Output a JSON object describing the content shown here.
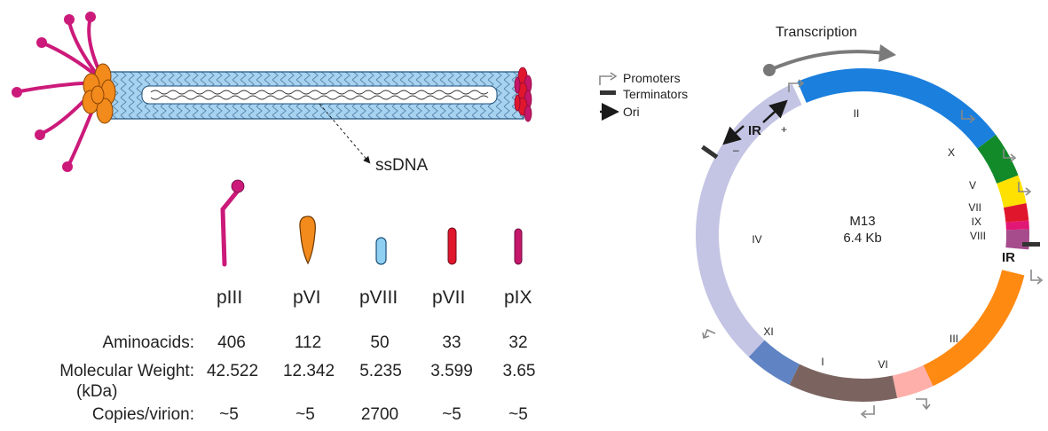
{
  "virion": {
    "ssdna_label": "ssDNA"
  },
  "proteins": [
    {
      "id": "pIII",
      "color": "#cc1a7a"
    },
    {
      "id": "pVI",
      "color": "#f28a1c"
    },
    {
      "id": "pVIII",
      "color": "#8fd0f2"
    },
    {
      "id": "pVII",
      "color": "#e0162c"
    },
    {
      "id": "pIX",
      "color": "#c4166a"
    }
  ],
  "table": {
    "row_labels": {
      "aminoacids": "Aminoacids:",
      "mw": "Molecular Weight:",
      "mw_unit": "(kDa)",
      "copies": "Copies/virion:"
    },
    "aminoacids": [
      "406",
      "112",
      "50",
      "33",
      "32"
    ],
    "mw": [
      "42.522",
      "12.342",
      "5.235",
      "3.599",
      "3.65"
    ],
    "copies": [
      "~5",
      "~5",
      "2700",
      "~5",
      "~5"
    ]
  },
  "genome": {
    "name": "M13",
    "size": "6.4 Kb",
    "transcription_label": "Transcription",
    "ir_label": "IR",
    "ir_label_right": "IR",
    "plus_sign": "+",
    "minus_sign": "–",
    "legend": {
      "promoters": "Promoters",
      "terminators": "Terminators",
      "ori": "Ori"
    },
    "genes": [
      {
        "label": "II",
        "color": "#1b7fdd"
      },
      {
        "label": "X",
        "color": "#138a2a"
      },
      {
        "label": "V",
        "color": "#fee100"
      },
      {
        "label": "VII",
        "color": "#e0162c"
      },
      {
        "label": "IX",
        "color": "#e01775"
      },
      {
        "label": "VIII",
        "color": "#a64b8c"
      },
      {
        "label": "III",
        "color": "#ff8a12"
      },
      {
        "label": "VI",
        "color": "#ffafaa"
      },
      {
        "label": "I",
        "color": "#7b6460"
      },
      {
        "label": "XI",
        "color": "#5f83c3"
      },
      {
        "label": "IV",
        "color": "#c4c4e4"
      }
    ]
  }
}
